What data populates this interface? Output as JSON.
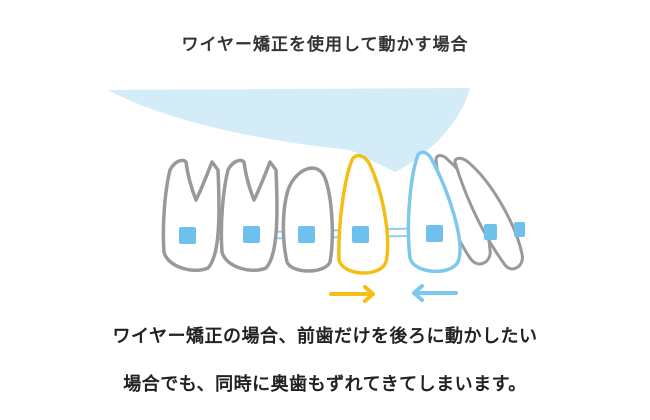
{
  "title": "ワイヤー矯正を使用して動かす場合",
  "caption": [
    "ワイヤー矯正の場合、前歯だけを後ろに動かしたい",
    "場合でも、同時に奥歯もずれてきてしまいます。"
  ],
  "colors": {
    "tooth_outline": "#999999",
    "target_tooth": "#F5BE16",
    "moved_tooth": "#7EC8EE",
    "bracket": "#6DC1EC",
    "wire": "#8FD0F2",
    "lip_area": "#D4EBF8",
    "arrow_forward": "#F5BE16",
    "arrow_back": "#7EC8EE"
  }
}
